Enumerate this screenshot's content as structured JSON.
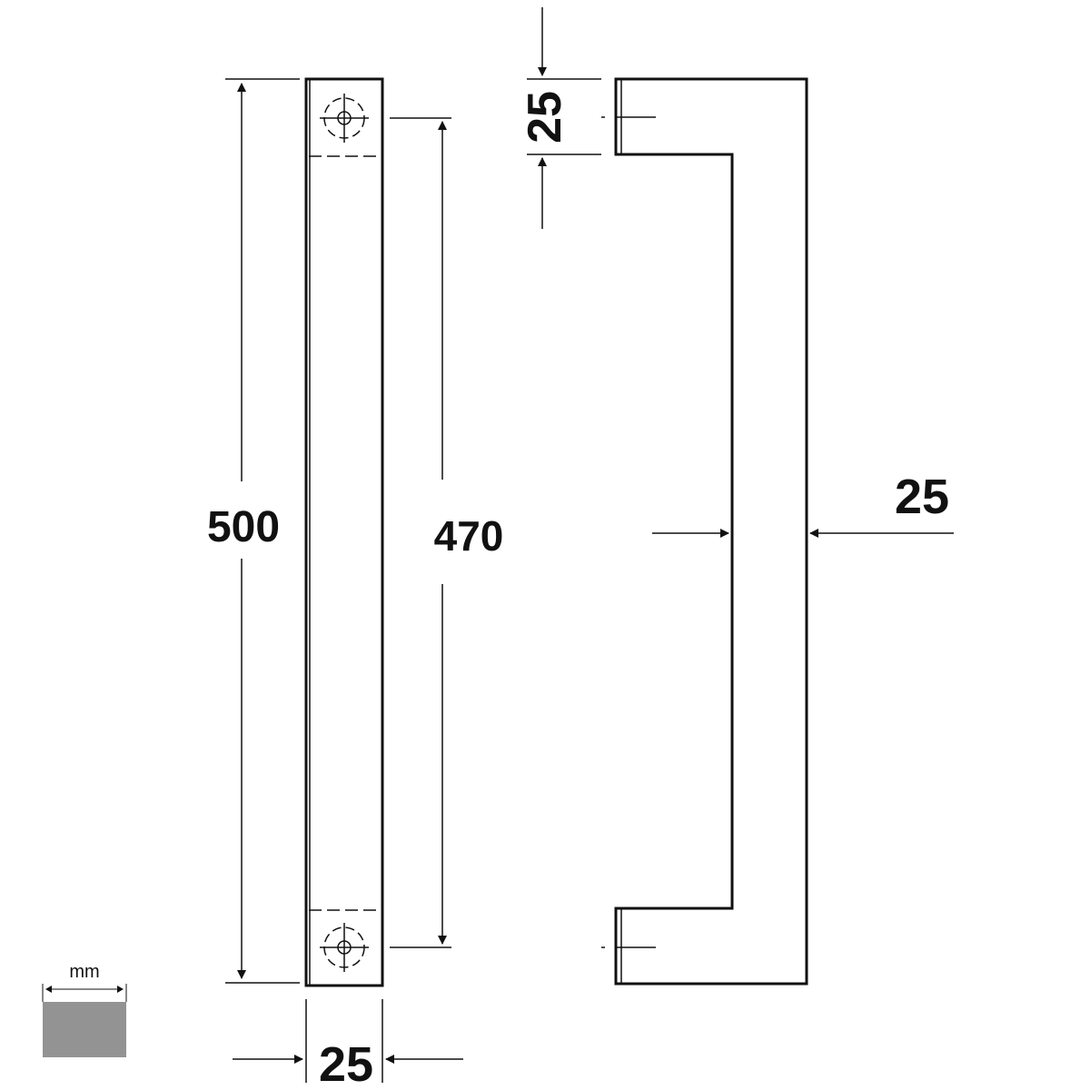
{
  "colors": {
    "line": "#111111",
    "background": "#ffffff",
    "unit_box": "#939393"
  },
  "dimensions": {
    "total_length": "500",
    "hole_spacing": "470",
    "front_width": "25",
    "side_depth": "25",
    "side_width": "25"
  },
  "unit": {
    "label": "mm",
    "icon": "mm-unit-icon"
  }
}
